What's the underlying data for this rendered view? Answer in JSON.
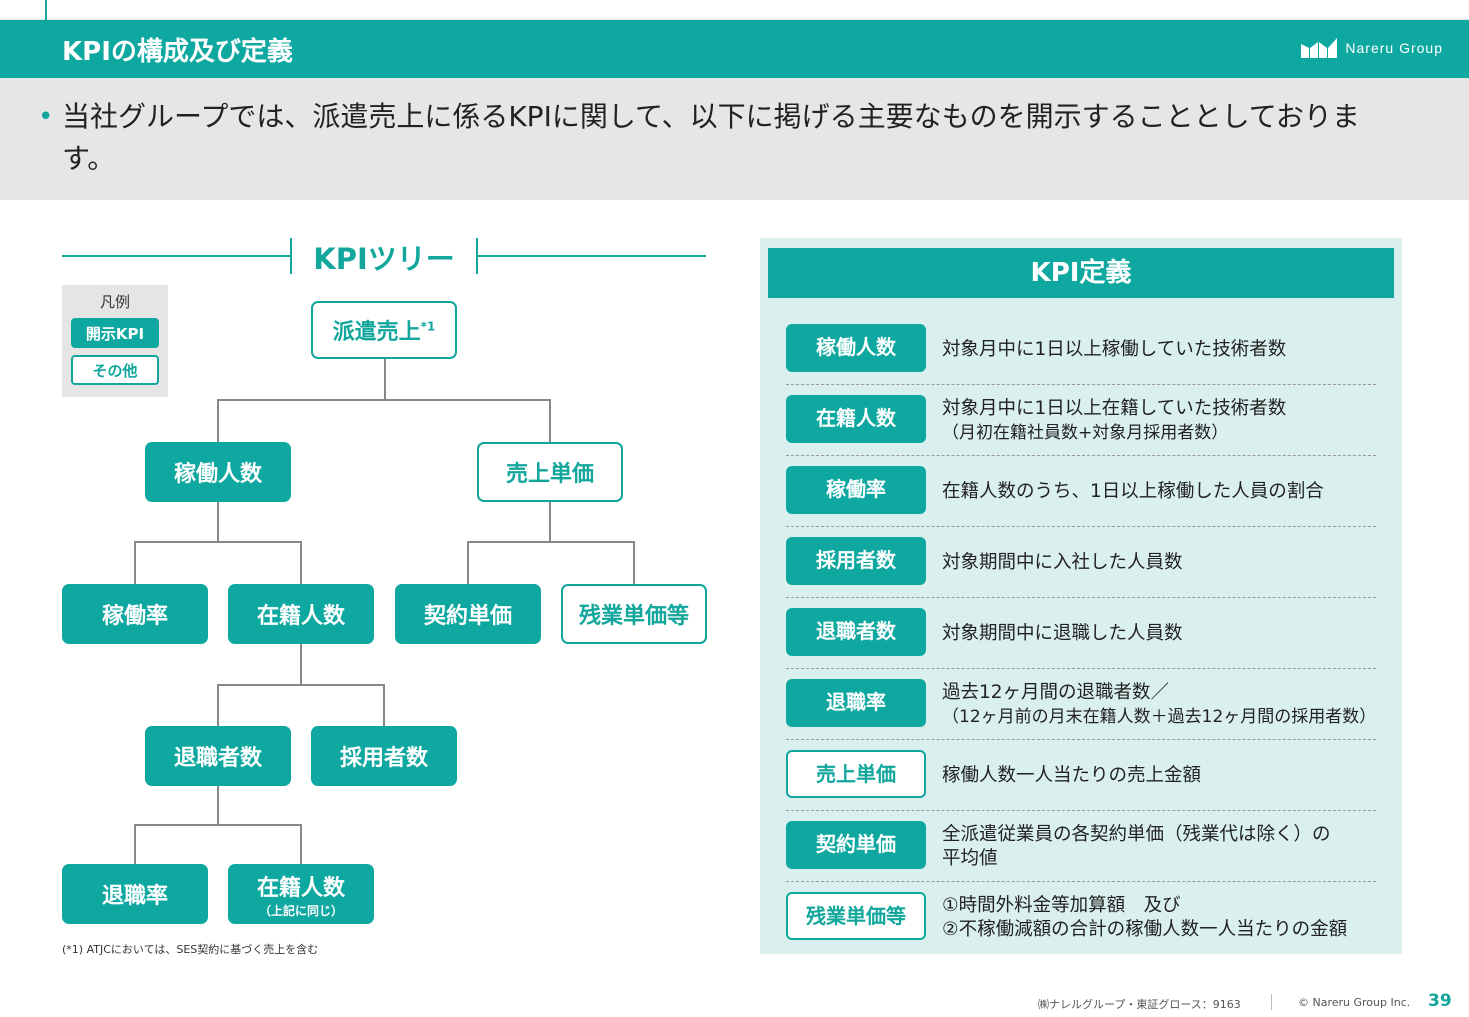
{
  "header": {
    "title": "KPIの構成及び定義",
    "logo_text": "Nareru Group"
  },
  "lead": {
    "bullet": "•",
    "text": "当社グループでは、派遣売上に係るKPIに関して、以下に掲げる主要なものを開示することとしております。"
  },
  "tree": {
    "title": "KPIツリー",
    "legend": {
      "title": "凡例",
      "disclosed": "開示KPI",
      "other": "その他"
    },
    "nodes": {
      "root": {
        "label": "派遣売上",
        "note": "*1"
      },
      "operating": "稼働人数",
      "unit_price": "売上単価",
      "operating_rate": "稼働率",
      "enrolled": "在籍人数",
      "contract_price": "契約単価",
      "overtime_price": "残業単価等",
      "retirees": "退職者数",
      "hires": "採用者数",
      "retire_rate": "退職率",
      "enrolled2": {
        "label": "在籍人数",
        "sub": "（上記に同じ）"
      }
    },
    "footnote": "(*1)  ATJCにおいては、SES契約に基づく売上を含む"
  },
  "definitions": {
    "title": "KPI定義",
    "rows": [
      {
        "term": "稼働人数",
        "style": "fill",
        "line1": "対象月中に1日以上稼働していた技術者数",
        "line2": ""
      },
      {
        "term": "在籍人数",
        "style": "fill",
        "line1": "対象月中に1日以上在籍していた技術者数",
        "line2": "（月初在籍社員数+対象月採用者数）"
      },
      {
        "term": "稼働率",
        "style": "fill",
        "line1": "在籍人数のうち、1日以上稼働した人員の割合",
        "line2": ""
      },
      {
        "term": "採用者数",
        "style": "fill",
        "line1": "対象期間中に入社した人員数",
        "line2": ""
      },
      {
        "term": "退職者数",
        "style": "fill",
        "line1": "対象期間中に退職した人員数",
        "line2": ""
      },
      {
        "term": "退職率",
        "style": "fill",
        "line1": "過去12ヶ月間の退職者数／",
        "line2": "（12ヶ月前の月末在籍人数＋過去12ヶ月間の採用者数）"
      },
      {
        "term": "売上単価",
        "style": "out",
        "line1": "稼働人数一人当たりの売上金額",
        "line2": ""
      },
      {
        "term": "契約単価",
        "style": "fill",
        "line1": "全派遣従業員の各契約単価（残業代は除く）の",
        "line2": "平均値"
      },
      {
        "term": "残業単価等",
        "style": "out",
        "line1": "①時間外料金等加算額　及び",
        "line2": "②不稼働減額の合計の稼働人数一人当たりの金額"
      }
    ]
  },
  "footer": {
    "company": "㈱ナレルグループ・東証グロース：9163",
    "copyright": "© Nareru Group Inc.",
    "page": "39"
  },
  "colors": {
    "accent": "#0fa8a0",
    "panel": "#daf0ef",
    "lead_bg": "#e6e6e6"
  }
}
